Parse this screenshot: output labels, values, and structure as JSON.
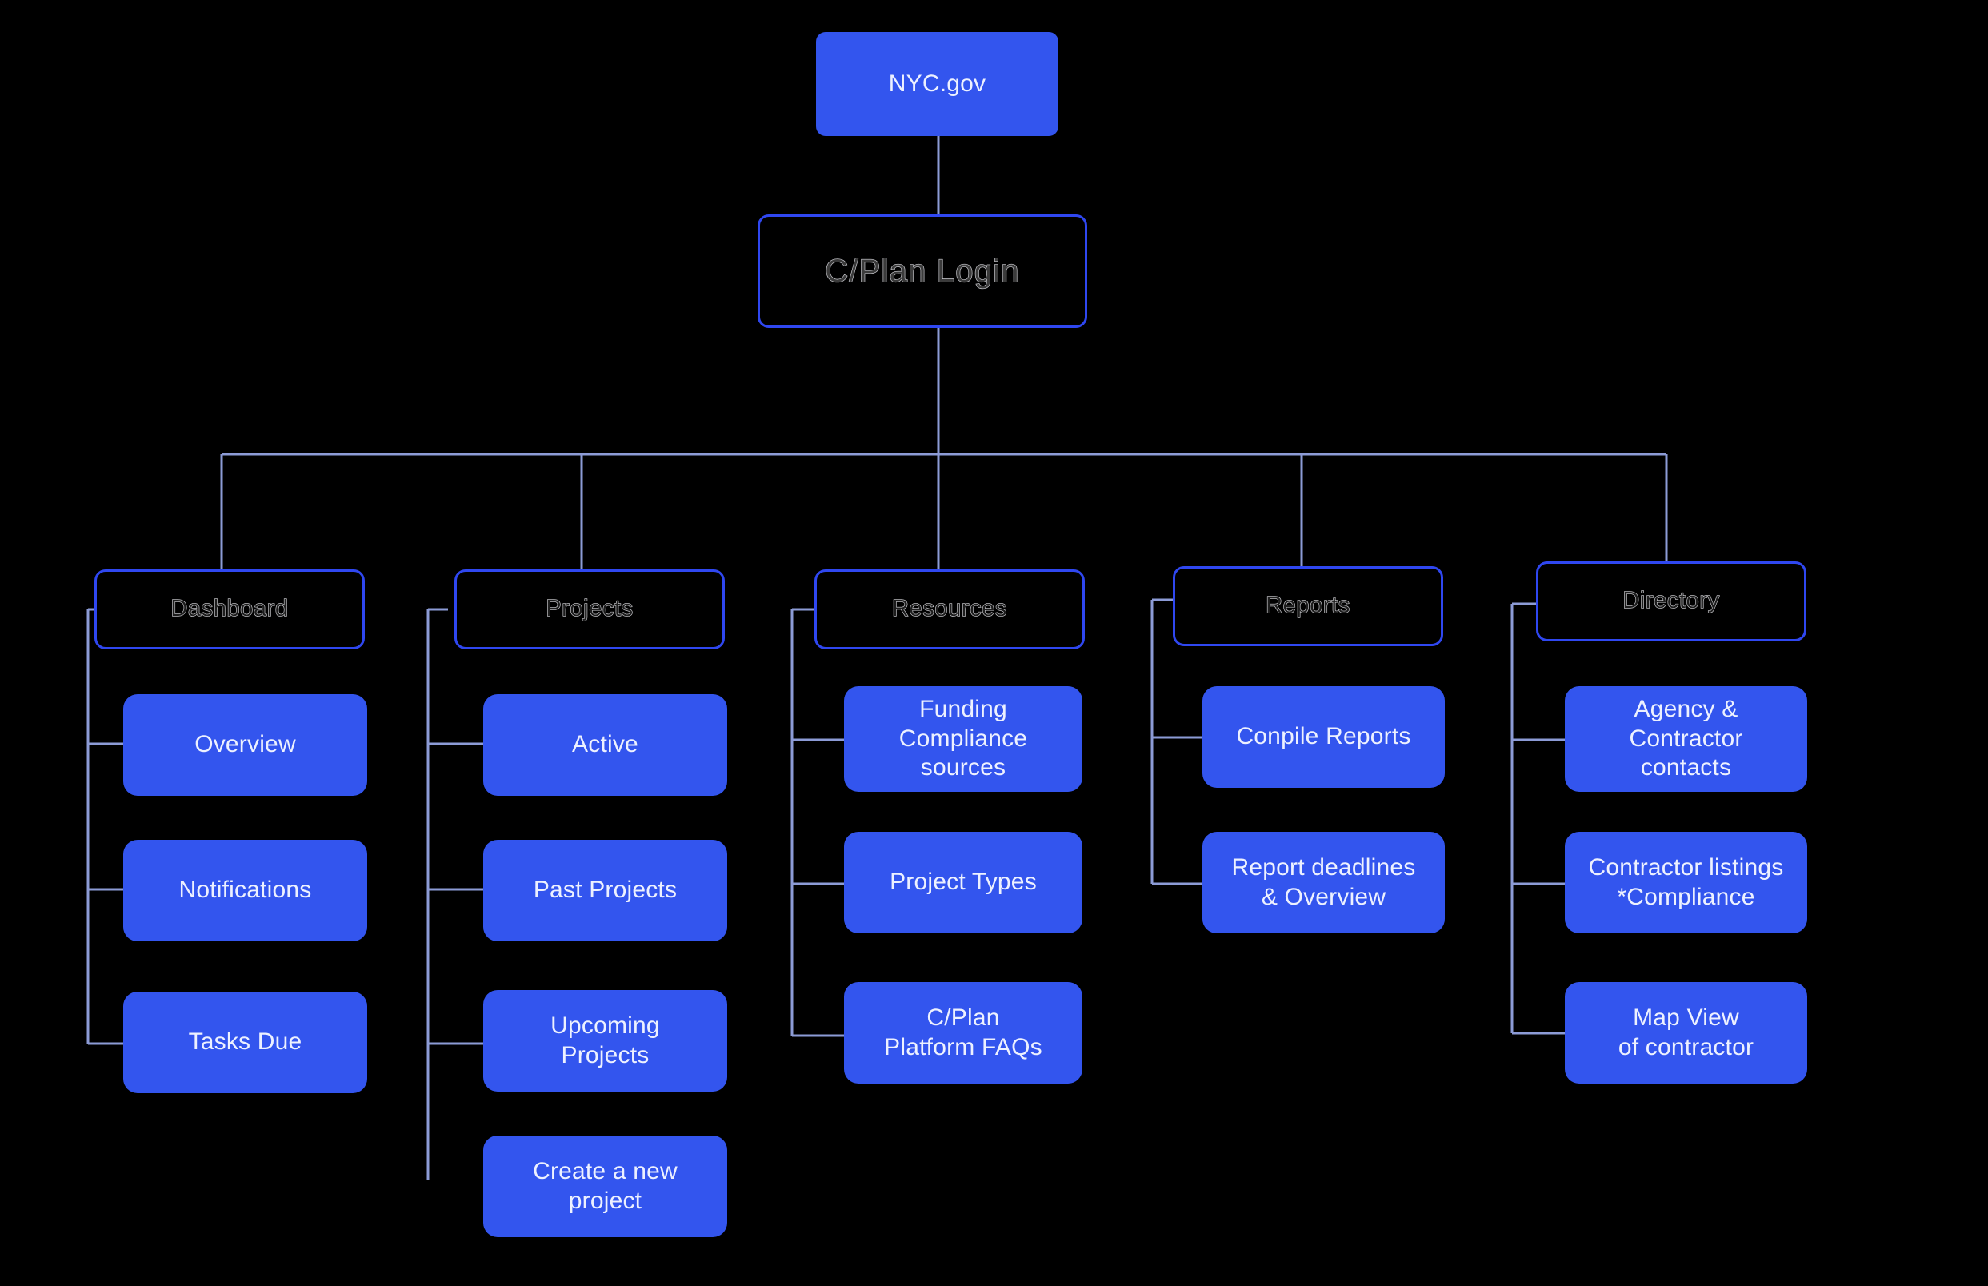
{
  "diagram": {
    "title": "C/Plan site map",
    "colors": {
      "background": "#000000",
      "node_fill": "#3355EE",
      "node_text": "#EDF1FF",
      "outline_border": "#2F47F0",
      "connector": "#8C9BD6",
      "outline_text": "#1d1d1d"
    },
    "root": {
      "label": "NYC.gov"
    },
    "login": {
      "label": "C/Plan Login"
    },
    "columns": [
      {
        "header": "Dashboard",
        "children": [
          {
            "label": "Overview"
          },
          {
            "label": "Notifications"
          },
          {
            "label": "Tasks Due"
          }
        ]
      },
      {
        "header": "Projects",
        "children": [
          {
            "label": "Active"
          },
          {
            "label": "Past Projects"
          },
          {
            "label": "Upcoming\nProjects"
          },
          {
            "label": "Create a new\nproject"
          }
        ]
      },
      {
        "header": "Resources",
        "children": [
          {
            "label": "Funding\nCompliance\nsources"
          },
          {
            "label": "Project Types"
          },
          {
            "label": "C/Plan\nPlatform FAQs"
          }
        ]
      },
      {
        "header": "Reports",
        "children": [
          {
            "label": "Conpile Reports"
          },
          {
            "label": "Report deadlines\n& Overview"
          }
        ]
      },
      {
        "header": "Directory",
        "children": [
          {
            "label": "Agency &\nContractor\ncontacts"
          },
          {
            "label": "Contractor listings\n*Compliance"
          },
          {
            "label": "Map View\nof contractor"
          }
        ]
      }
    ]
  }
}
